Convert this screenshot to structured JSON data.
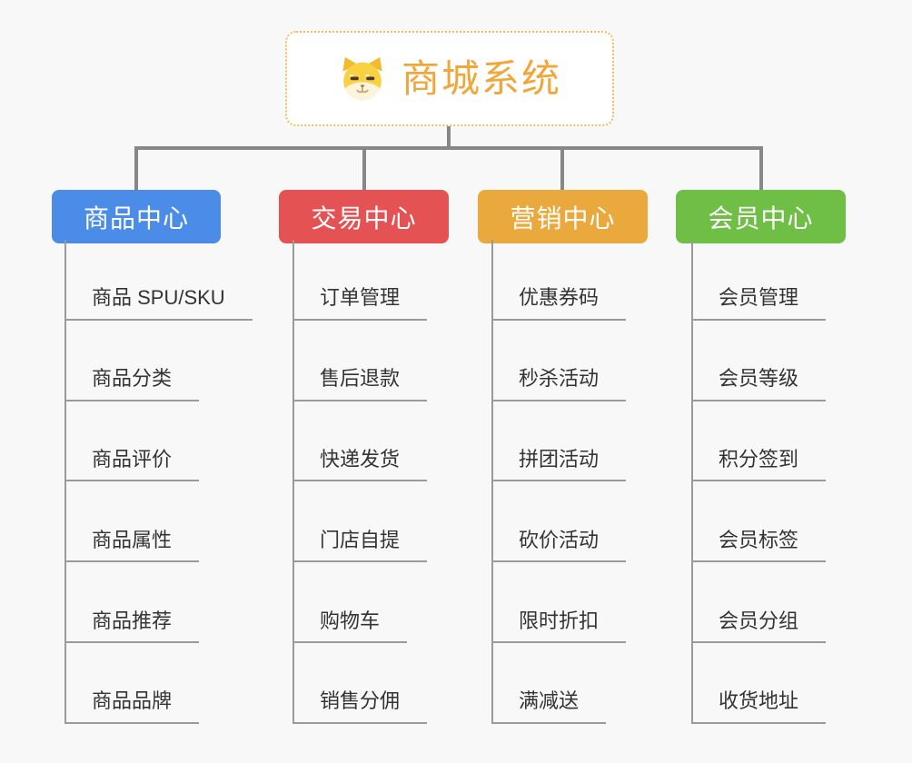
{
  "root": {
    "title": "商城系统",
    "icon": "doge-icon",
    "title_color": "#F0A73A",
    "border_color": "#F3BC5C"
  },
  "connector_color": "#878787",
  "background_color": "#f8f8f8",
  "branches": [
    {
      "label": "商品中心",
      "color": "#4A8CE8",
      "items": [
        "商品 SPU/SKU",
        "商品分类",
        "商品评价",
        "商品属性",
        "商品推荐",
        "商品品牌"
      ]
    },
    {
      "label": "交易中心",
      "color": "#E45253",
      "items": [
        "订单管理",
        "售后退款",
        "快递发货",
        "门店自提",
        "购物车",
        "销售分佣"
      ]
    },
    {
      "label": "营销中心",
      "color": "#EAA93C",
      "items": [
        "优惠券码",
        "秒杀活动",
        "拼团活动",
        "砍价活动",
        "限时折扣",
        "满减送"
      ]
    },
    {
      "label": "会员中心",
      "color": "#6FBE45",
      "items": [
        "会员管理",
        "会员等级",
        "积分签到",
        "会员标签",
        "会员分组",
        "收货地址"
      ]
    }
  ]
}
